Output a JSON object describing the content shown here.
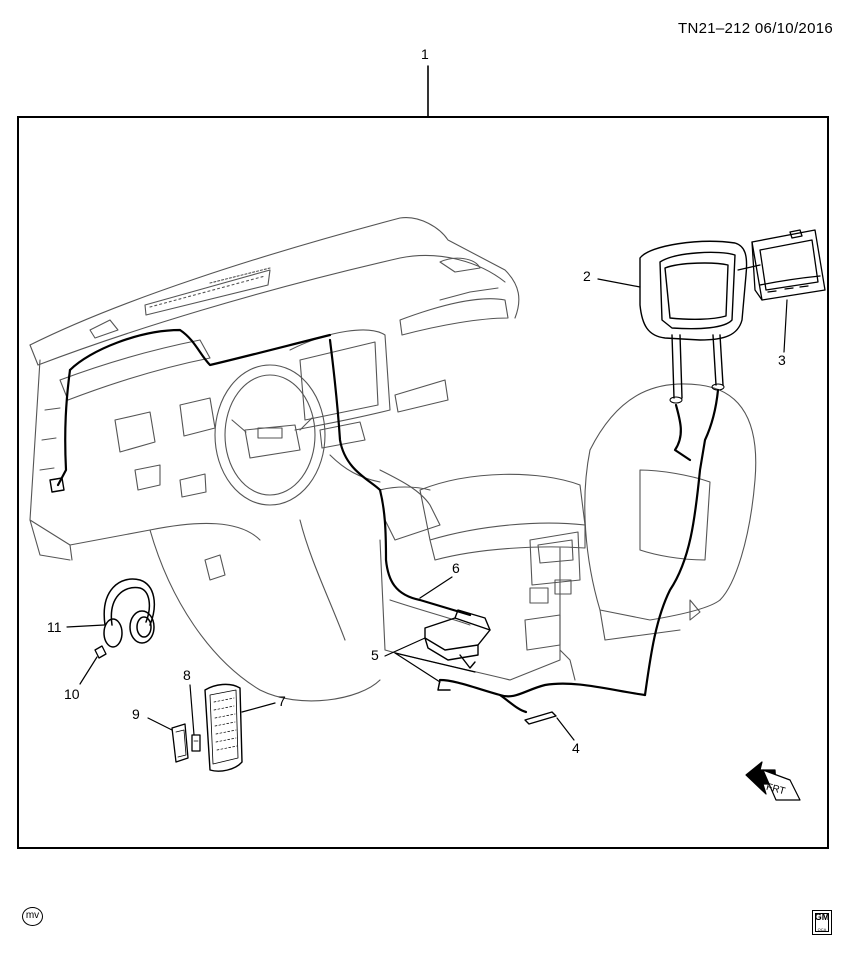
{
  "header": {
    "code": "TN21–212  06/10/2016"
  },
  "callouts": [
    {
      "id": "1",
      "label": "1"
    },
    {
      "id": "2",
      "label": "2"
    },
    {
      "id": "3",
      "label": "3"
    },
    {
      "id": "4",
      "label": "4"
    },
    {
      "id": "5",
      "label": "5"
    },
    {
      "id": "6",
      "label": "6"
    },
    {
      "id": "7",
      "label": "7"
    },
    {
      "id": "8",
      "label": "8"
    },
    {
      "id": "9",
      "label": "9"
    },
    {
      "id": "10",
      "label": "10"
    },
    {
      "id": "11",
      "label": "11"
    }
  ],
  "orientation": {
    "label": "FRT"
  },
  "footer": {
    "mv_badge": "mv",
    "logo_icon": "gm-logo-icon",
    "logo_text": "GM",
    "logo_subtext": "OCA"
  }
}
